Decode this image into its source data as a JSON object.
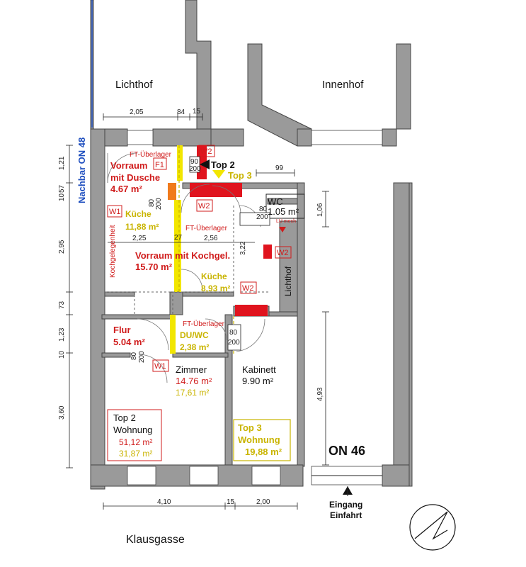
{
  "colors": {
    "wall": "#9a9a9a",
    "red_text": "#d01c1c",
    "yellow_text": "#c9b400",
    "blue_text": "#1f4fbf",
    "red_fill": "#e0141e",
    "orange_fill": "#f07a1c"
  },
  "labels": {
    "lichthof_top": "Lichthof",
    "innenhof": "Innenhof",
    "nachbar": "Nachbar ON 48",
    "ft_ueberlager_1": "FT-Überlager",
    "ft_ueberlager_2": "FT-Überlager",
    "ft_ueberlager_3": "FT-Überlager",
    "vorraum_dusche_1": "Vorraum",
    "vorraum_dusche_2": "mit Dusche",
    "vorraum_dusche_area": "4.67 m²",
    "f1": "F1",
    "w2_a": "W2",
    "w2_b": "W2",
    "w2_c": "W2",
    "w2_d": "W2",
    "w1_a": "W1",
    "w1_b": "W1",
    "top2_arrow": "Top 2",
    "top3_marker": "Top 3",
    "kueche_1": "Küche",
    "kueche_1_area": "11,88 m²",
    "wc": "WC",
    "wc_area": "1.05 m²",
    "lue_mech": "LÜ mech",
    "kochgelegenheit": "Kochgelegenheit",
    "vorraum_kochgel": "Vorraum mit Kochgel.",
    "vorraum_kochgel_area": "15.70 m²",
    "kueche_2": "Küche",
    "kueche_2_area": "8,93 m²",
    "lichthof_vertical": "Lichthof",
    "flur": "Flur",
    "flur_area": "5.04 m²",
    "du_wc": "DU/WC",
    "du_wc_area": "2,38 m²",
    "zimmer": "Zimmer",
    "zimmer_area_red": "14.76 m²",
    "zimmer_area_yellow": "17,61 m²",
    "kabinett": "Kabinett",
    "kabinett_area": "9.90 m²",
    "top2_box_1": "Top 2",
    "top2_box_2": "Wohnung",
    "top2_box_area_red": "51,12 m²",
    "top2_box_area_yellow": "31,87 m²",
    "top3_box_1": "Top 3",
    "top3_box_2": "Wohnung",
    "top3_box_area": "19,88 m²",
    "on46": "ON 46",
    "eingang_1": "Eingang",
    "eingang_2": "Einfahrt",
    "klausgasse": "Klausgasse"
  },
  "dims": {
    "d205": "2,05",
    "d84": "84",
    "d15a": "15",
    "d99": "99",
    "d225": "2,25",
    "d256": "2,56",
    "d322": "3,22",
    "d121": "1,21",
    "d10a": "10",
    "d57": "57",
    "d295": "2,95",
    "d73": "73",
    "d123": "1,23",
    "d10b": "10",
    "d360": "3,60",
    "d106": "1,06",
    "d493": "4,93",
    "d410": "4,10",
    "d15b": "15",
    "d200": "2,00",
    "door_90": "90",
    "door_200a": "200",
    "door_80a": "80",
    "door_200b": "200",
    "door_80b": "80",
    "door_200c": "200",
    "door_80c": "80",
    "door_200d": "200",
    "door_80d": "80",
    "door_200e": "200",
    "d27": "27"
  }
}
